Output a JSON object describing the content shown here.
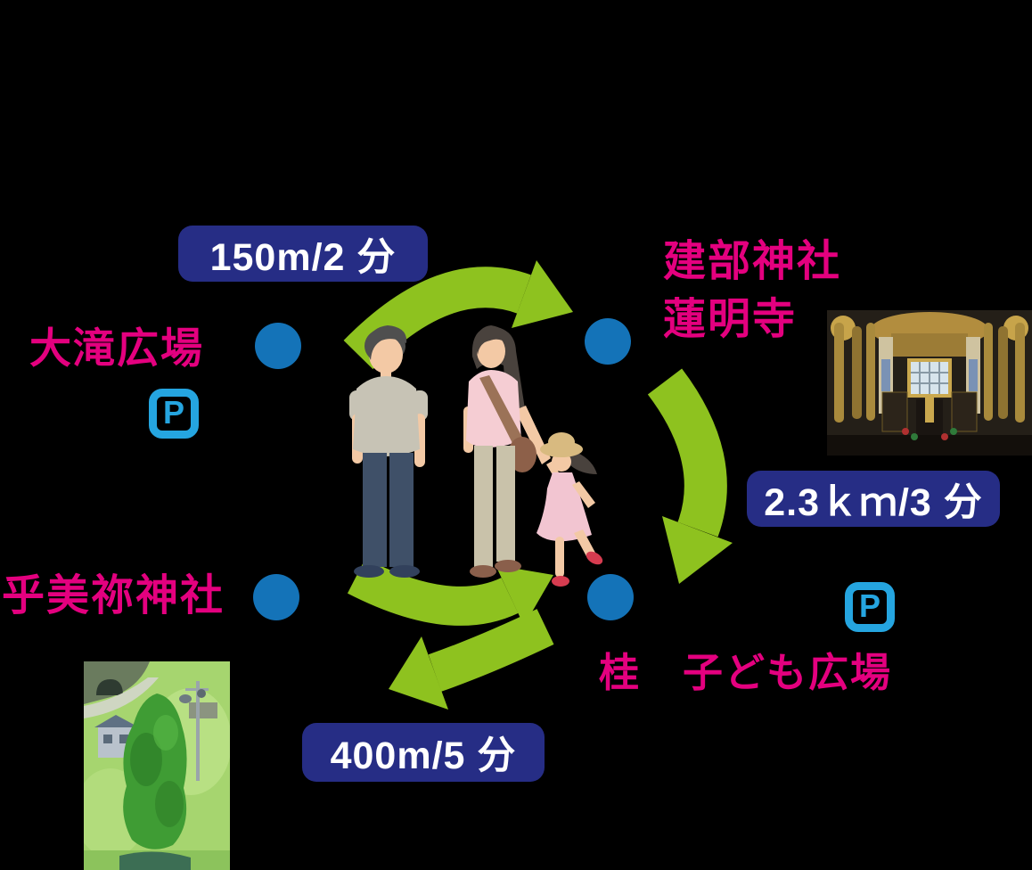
{
  "colors": {
    "background": "#000000",
    "pink": "#e4007f",
    "navy_badge": "#262d85",
    "green_arrow": "#8ec21f",
    "dot_blue": "#1473b8",
    "parking_blue": "#25a5e0",
    "badge_text": "#ffffff"
  },
  "segments": {
    "otaki_to_takebe": "150m/2 分",
    "takebe_to_katsura": "2.3ｋｍ/3 分",
    "omine_to_katsura": "400m/5 分"
  },
  "stops": {
    "otaki": "大滝広場",
    "takebe_line1": "建部神社",
    "takebe_line2": "蓮明寺",
    "omine": "乎美祢神社",
    "katsura": "桂　子ども広場"
  },
  "parking_letter": "P"
}
